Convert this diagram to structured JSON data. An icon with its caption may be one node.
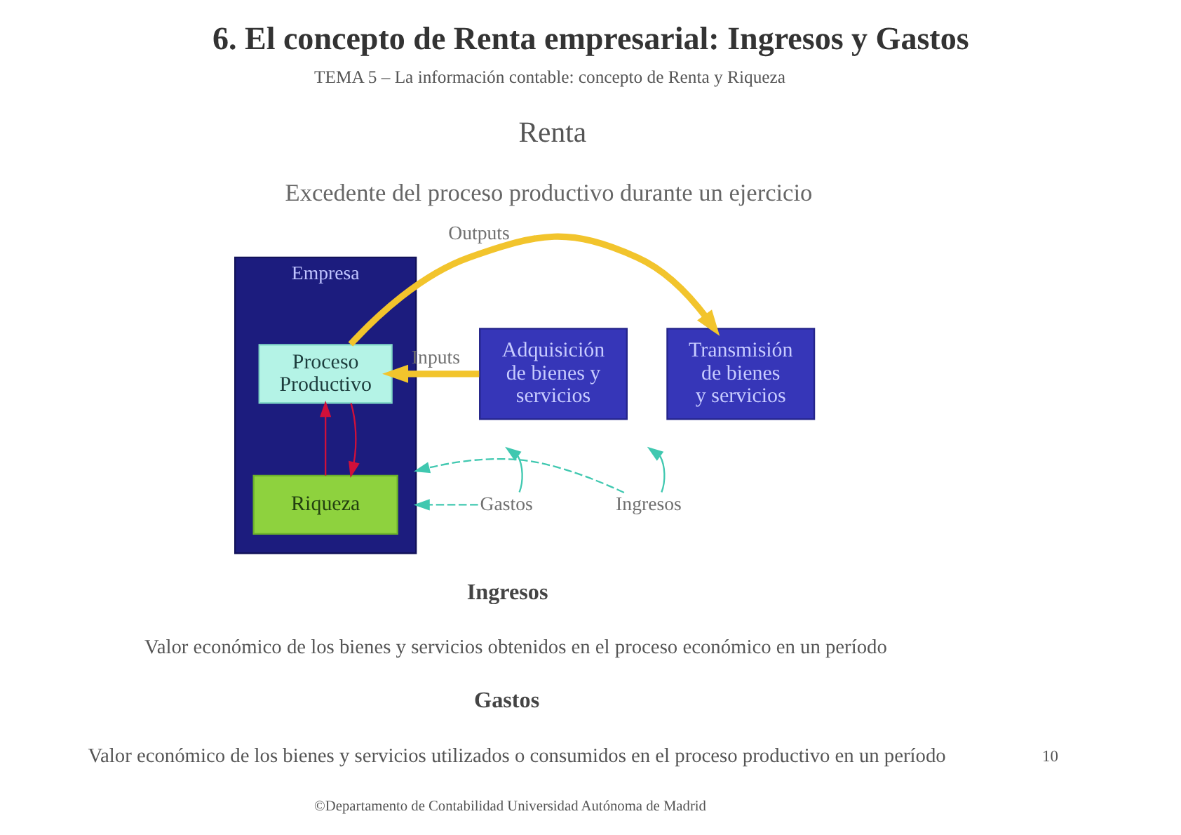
{
  "diagram": {
    "title": "6. El concepto de Renta empresarial: Ingresos y Gastos",
    "nodes": [
      {
        "text": [
          "Adquisición de bienes y servicios"
        ]
      },
      {
        "text": [
          "Empresa"
        ]
      },
      {
        "text": [
          "Proceso Productivo"
        ],
        "in": 1
      },
      {
        "text": [
          "Riqueza"
        ],
        "in": 1
      },
      {
        "text": [
          "Transmisión de bienes y servicios"
        ]
      },
      {
        "text": [
          "Gastos"
        ]
      },
      {
        "text": [
          "Ingresos"
        ]
      }
    ],
    "edges": [
      {
        "from": 0,
        "to": 2,
        "arrow": "to",
        "label": "Inputs",
        "style": "thick",
        "color": "#f2c42c"
      },
      {
        "from": 2,
        "to": 4,
        "arrow": "to",
        "label": "Outputs",
        "style": "thick",
        "color": "#f2c42c"
      },
      {
        "from": 3,
        "to": 2,
        "arrow": "to",
        "color": "#d0103a"
      },
      {
        "from": 2,
        "to": 3,
        "arrow": "to",
        "color": "#d0103a"
      },
      {
        "from": 5,
        "to": null,
        "arrow": "to",
        "color": "#40c8b0"
      },
      {
        "from": 5,
        "to": 1,
        "arrow": "to",
        "style": "dashed",
        "color": "#40c8b0"
      },
      {
        "from": 6,
        "to": null,
        "arrow": "to",
        "color": "#40c8b0"
      },
      {
        "from": 6,
        "to": 1,
        "arrow": "to",
        "style": "dashed",
        "color": "#40c8b0"
      }
    ],
    "labels": [
      "TEMA 5 – La información contable: concepto de Renta y Riqueza",
      "Renta",
      "Excedente del proceso productivo durante un ejercicio",
      "Ingresos",
      "Valor económico de los bienes y servicios obtenidos en el proceso económico en un período",
      "Gastos",
      "Valor económico de los bienes y servicios utilizados o consumidos en el proceso productivo en un período",
      "10",
      "©Departamento de Contabilidad Universidad Autónoma de Madrid"
    ]
  }
}
